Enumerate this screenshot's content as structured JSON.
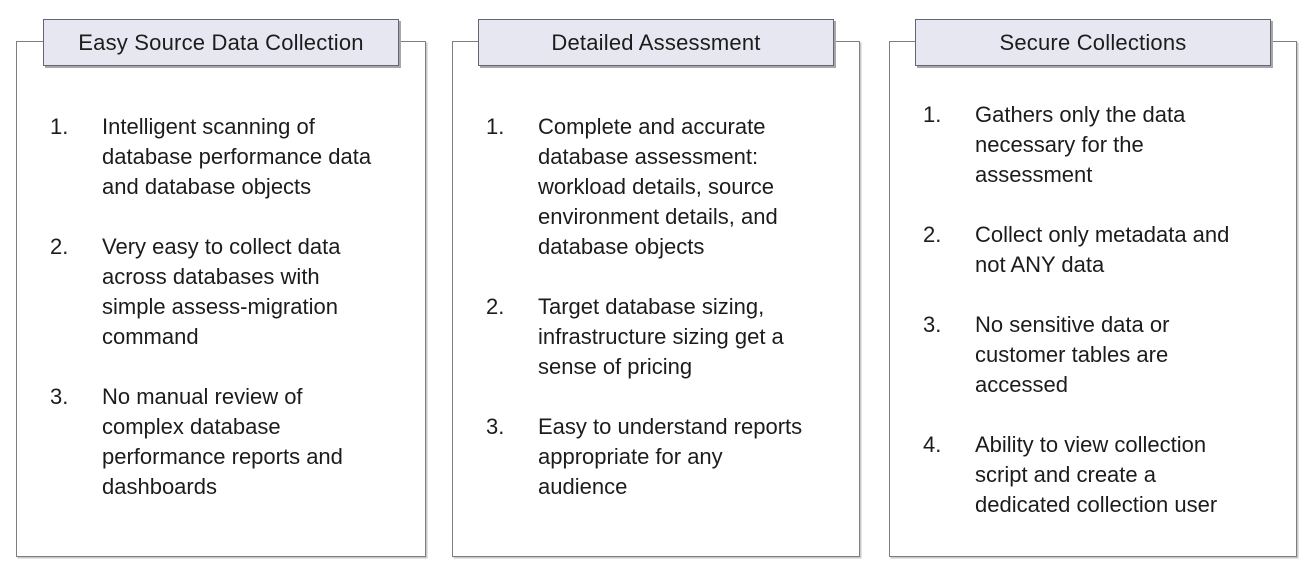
{
  "slide": {
    "background": "#ffffff"
  },
  "colors": {
    "tab_fill": "#e7e7f2",
    "tab_border": "#65656f",
    "panel_border": "#7d7d82",
    "text": "#1c1c1c"
  },
  "panels": [
    {
      "title": "Easy Source Data Collection",
      "items": [
        {
          "number": "1.",
          "text": "Intelligent scanning of\ndatabase performance data\nand database objects"
        },
        {
          "number": "2.",
          "text": "Very easy to collect data\nacross databases with\nsimple assess-migration\ncommand"
        },
        {
          "number": "3.",
          "text": "No manual review of\ncomplex database\nperformance reports and\ndashboards"
        }
      ]
    },
    {
      "title": "Detailed Assessment",
      "items": [
        {
          "number": "1.",
          "text": "Complete and accurate\ndatabase assessment:\nworkload details, source\nenvironment details, and\ndatabase objects"
        },
        {
          "number": "2.",
          "text": "Target database sizing,\ninfrastructure sizing get a\nsense of pricing"
        },
        {
          "number": "3.",
          "text": "Easy to understand reports\nappropriate for any\naudience"
        }
      ]
    },
    {
      "title": "Secure Collections",
      "items": [
        {
          "number": "1.",
          "text": "Gathers only the data\nnecessary for the\nassessment"
        },
        {
          "number": "2.",
          "text": "Collect only metadata and\nnot ANY data"
        },
        {
          "number": "3.",
          "text": "No sensitive data or\ncustomer tables are\naccessed"
        },
        {
          "number": "4.",
          "text": "Ability to view collection\nscript and create a\ndedicated collection user"
        }
      ]
    }
  ]
}
